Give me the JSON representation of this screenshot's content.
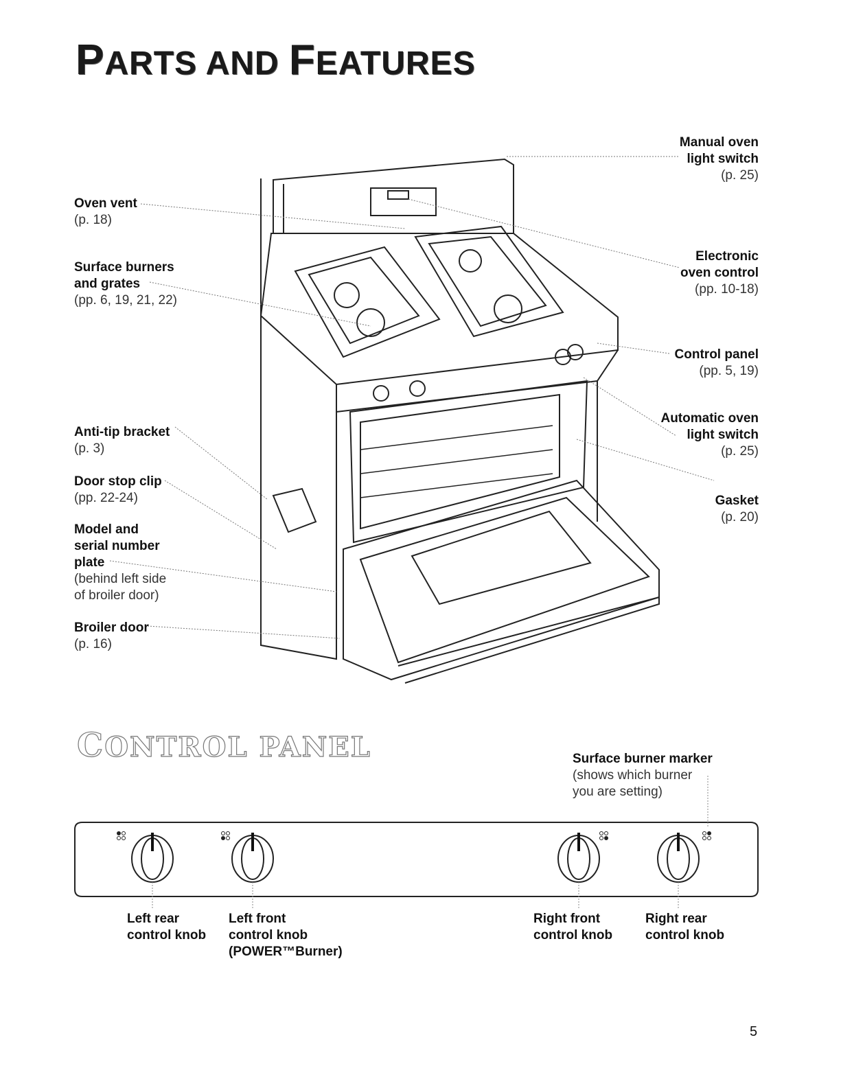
{
  "page": {
    "title_first": "P",
    "title_rest": "ARTS AND ",
    "title_first2": "F",
    "title_rest2": "EATURES",
    "section_first": "C",
    "section_rest": "ONTROL PANEL",
    "page_number": "5"
  },
  "callouts": {
    "manual_light": {
      "name_1": "Manual oven",
      "name_2": "light switch",
      "ref": "(p. 25)"
    },
    "oven_vent": {
      "name": "Oven vent",
      "ref": "(p. 18)"
    },
    "surface_burners": {
      "name_1": "Surface burners",
      "name_2": "and grates",
      "ref": "(pp. 6, 19, 21, 22)"
    },
    "electronic_control": {
      "name_1": "Electronic",
      "name_2": "oven control",
      "ref": "(pp. 10-18)"
    },
    "control_panel": {
      "name": "Control panel",
      "ref": "(pp. 5, 19)"
    },
    "anti_tip": {
      "name": "Anti-tip bracket",
      "ref": "(p. 3)"
    },
    "automatic_light": {
      "name_1": "Automatic oven",
      "name_2": "light switch",
      "ref": "(p. 25)"
    },
    "door_stop": {
      "name": "Door stop clip",
      "ref": "(pp. 22-24)"
    },
    "gasket": {
      "name": "Gasket",
      "ref": "(p. 20)"
    },
    "model_plate": {
      "name_1": "Model and",
      "name_2": "serial number",
      "name_3": "plate",
      "ref_1": "(behind left side",
      "ref_2": "of broiler door)"
    },
    "broiler_door": {
      "name": "Broiler door",
      "ref": "(p. 16)"
    }
  },
  "control_panel": {
    "marker": {
      "name": "Surface burner marker",
      "desc_1": "(shows which burner",
      "desc_2": "you are setting)"
    },
    "knobs": [
      {
        "line1": "Left rear",
        "line2": "control knob",
        "line3": ""
      },
      {
        "line1": "Left front",
        "line2": "control knob",
        "line3": "(POWER™Burner)"
      },
      {
        "line1": "Right front",
        "line2": "control knob",
        "line3": ""
      },
      {
        "line1": "Right rear",
        "line2": "control knob",
        "line3": ""
      }
    ]
  }
}
